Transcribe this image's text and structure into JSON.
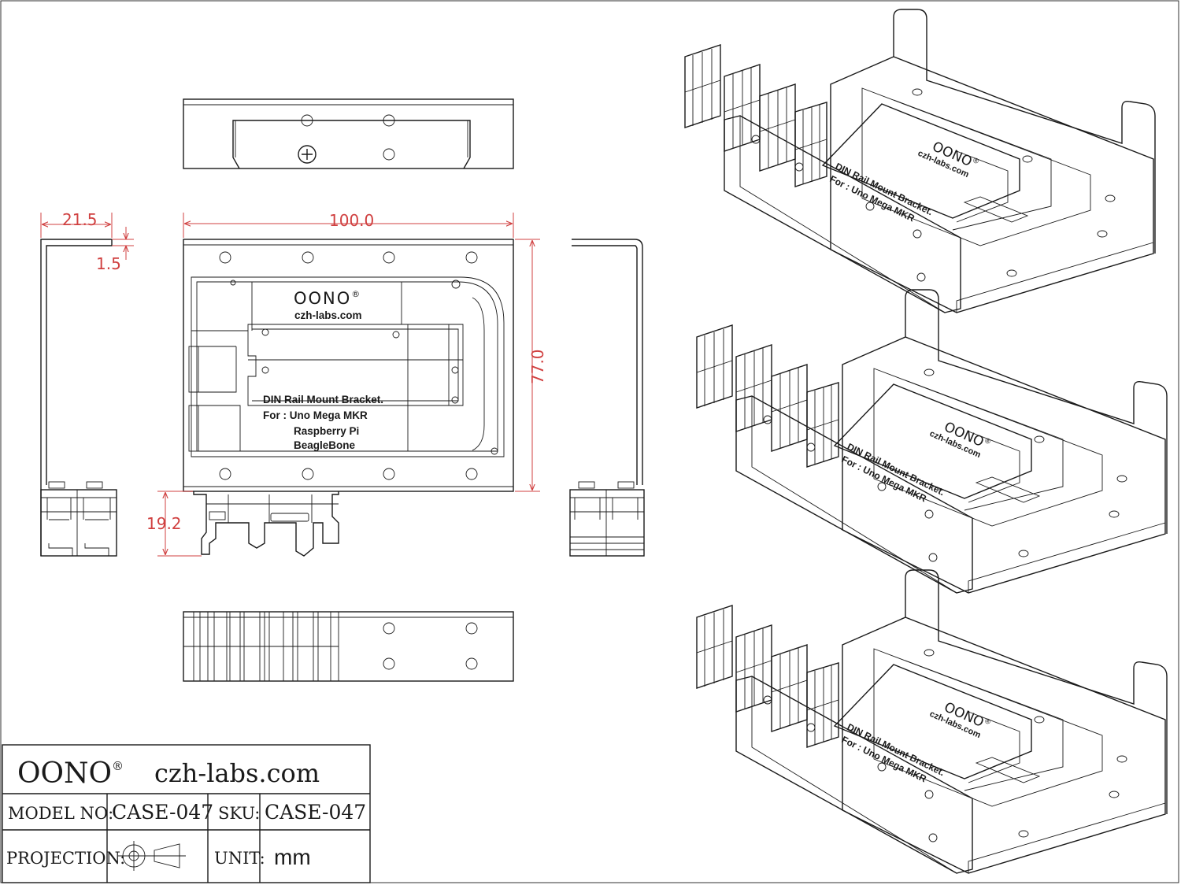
{
  "dimensions": {
    "flange_width": "21.5",
    "thickness": "1.5",
    "length": "100.0",
    "height": "77.0",
    "rail_depth": "19.2"
  },
  "plate_label": {
    "brand": "OONO",
    "reg": "®",
    "site": "czh-labs.com",
    "line1": "DIN Rail Mount Bracket.",
    "line2": "For : Uno Mega MKR",
    "line3": "Raspberry Pi",
    "line4": "BeagleBone"
  },
  "iso_label": {
    "brand": "OONO",
    "reg": "®",
    "site": "czh-labs.com",
    "line1": "DIN Rail Mount Bracket.",
    "line2": "For : Uno Mega MKR"
  },
  "title_block": {
    "brand": "OONO",
    "reg": "®",
    "site": "czh-labs.com",
    "model_label": "MODEL NO:",
    "model_value": "CASE-047",
    "sku_label": "SKU:",
    "sku_value": "CASE-047",
    "projection_label": "PROJECTION:",
    "unit_label": "UNIT:",
    "unit_value": "mm"
  }
}
